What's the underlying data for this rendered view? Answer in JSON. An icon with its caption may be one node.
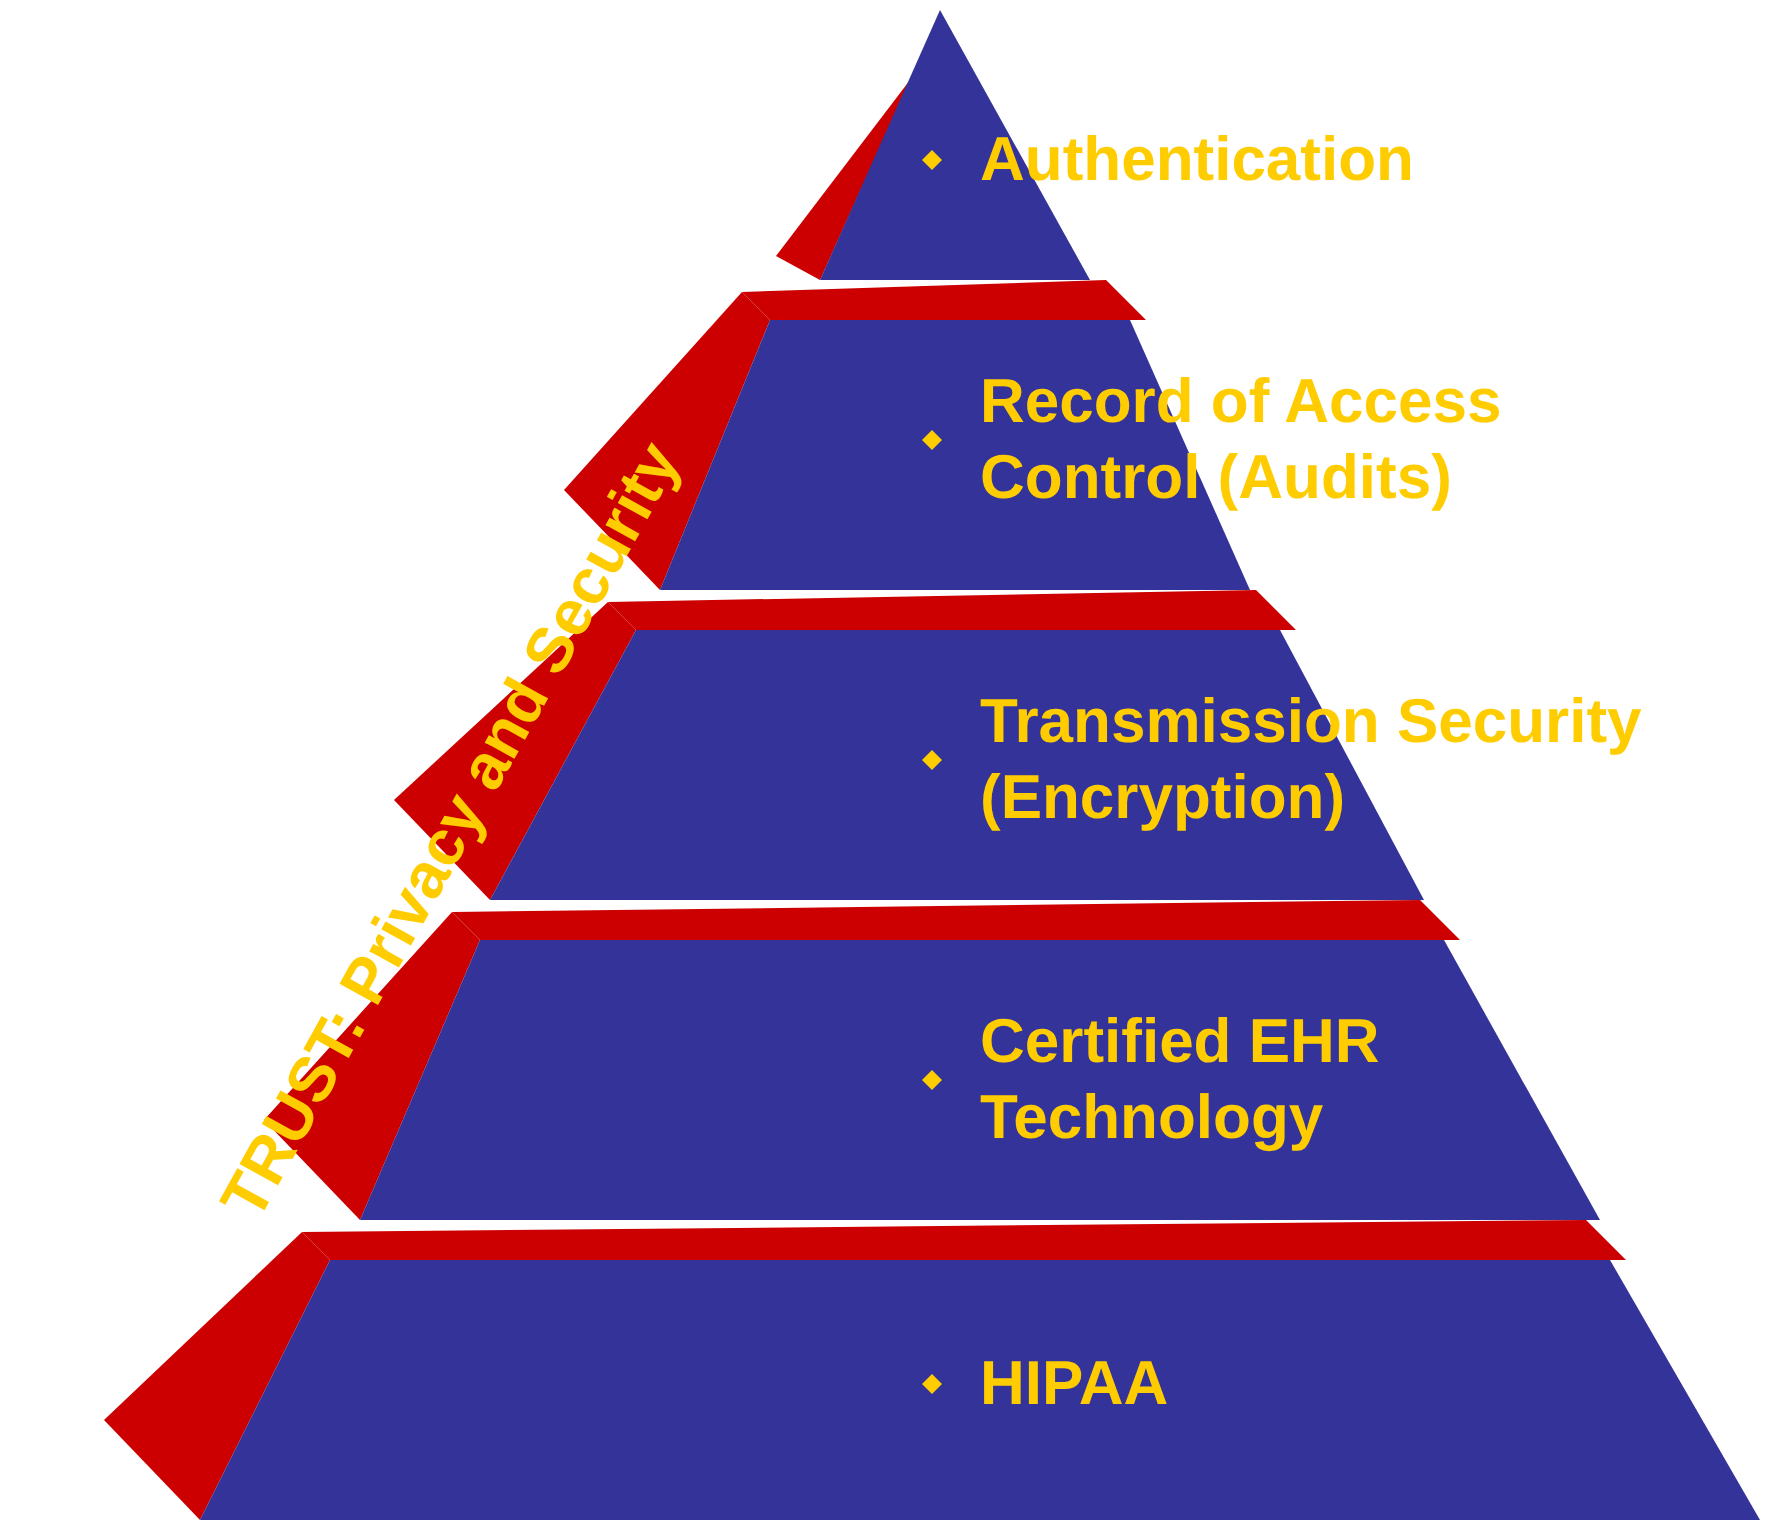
{
  "diagram": {
    "nodes": [
      {
        "text": [
          "TRUST: Privacy and Security"
        ]
      },
      {
        "text": [
          "Authentication"
        ]
      },
      {
        "text": [
          "Record of Access Control (Audits)"
        ]
      },
      {
        "text": [
          "Transmission Security (Encryption)"
        ]
      },
      {
        "text": [
          "Certified EHR Technology"
        ]
      },
      {
        "text": [
          "HIPAA"
        ]
      }
    ]
  }
}
